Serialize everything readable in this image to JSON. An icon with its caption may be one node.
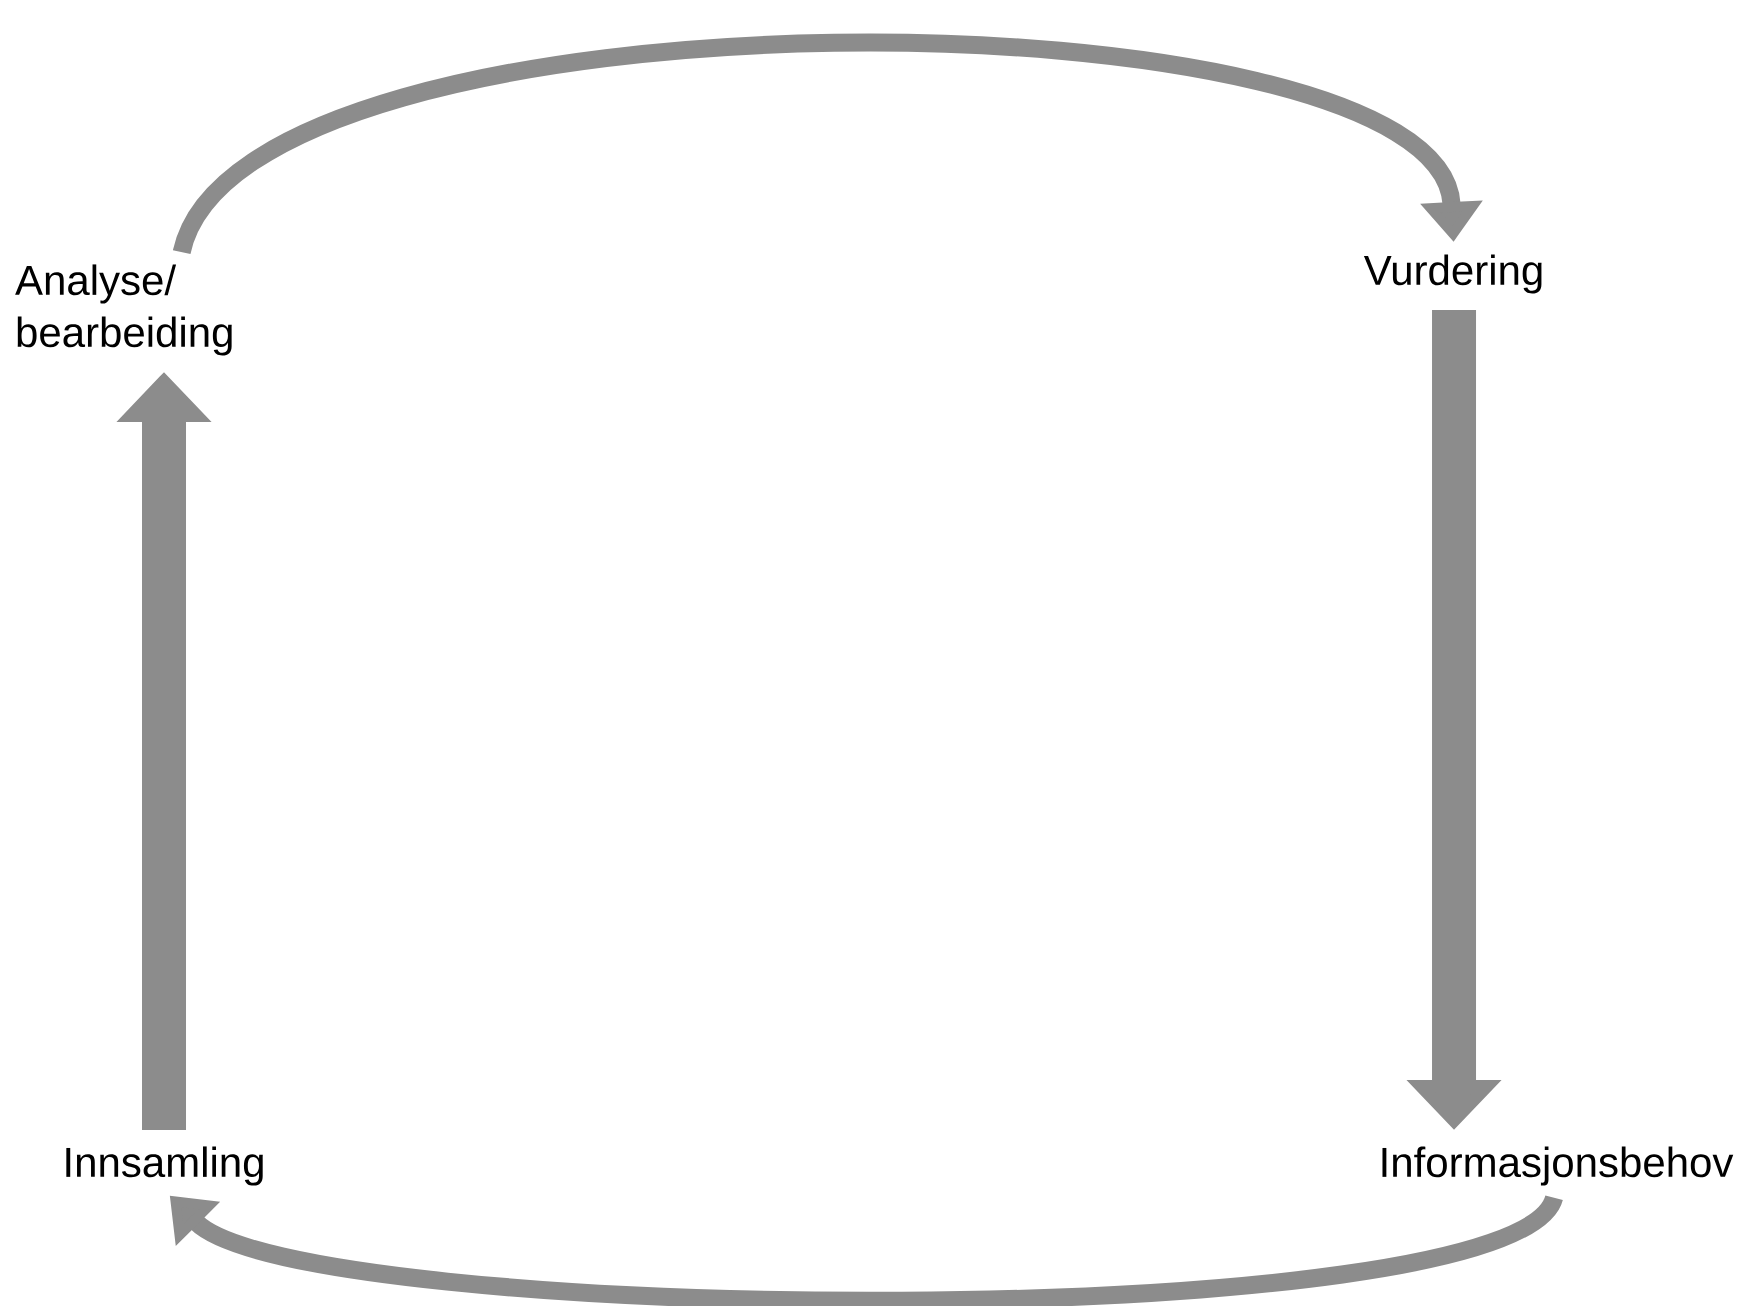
{
  "diagram": {
    "nodes": [
      {
        "text": [
          "Analyse/ bearbeiding"
        ]
      },
      {
        "text": [
          "Vurdering"
        ]
      },
      {
        "text": [
          "Informasjonsbehov"
        ]
      },
      {
        "text": [
          "Innsamling"
        ]
      }
    ],
    "edges": [
      {
        "from": 0,
        "to": 1,
        "arrow": "to"
      },
      {
        "from": 1,
        "to": 2,
        "arrow": "to",
        "style": "thick"
      },
      {
        "from": 2,
        "to": 3,
        "arrow": "to"
      },
      {
        "from": 3,
        "to": 0,
        "arrow": "to",
        "style": "thick"
      }
    ]
  }
}
